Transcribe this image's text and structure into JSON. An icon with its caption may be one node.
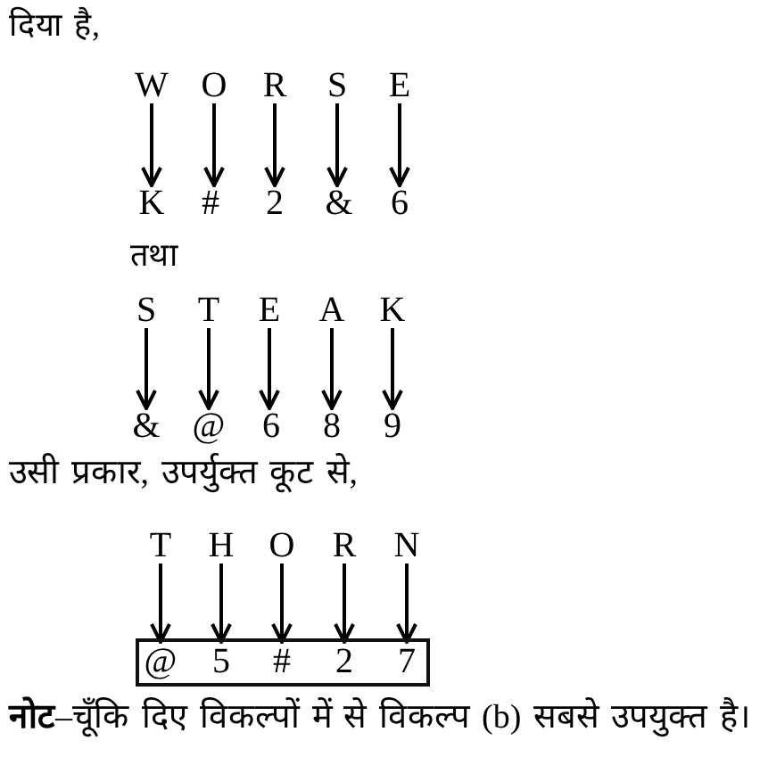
{
  "diagram": {
    "nodes": [
      {
        "text": [
          "W"
        ]
      },
      {
        "text": [
          "O"
        ]
      },
      {
        "text": [
          "R"
        ]
      },
      {
        "text": [
          "S"
        ]
      },
      {
        "text": [
          "E"
        ]
      },
      {
        "text": [
          "K"
        ]
      },
      {
        "text": [
          "#"
        ]
      },
      {
        "text": [
          "2"
        ]
      },
      {
        "text": [
          "&"
        ]
      },
      {
        "text": [
          "6"
        ]
      },
      {
        "text": [
          "S"
        ]
      },
      {
        "text": [
          "T"
        ]
      },
      {
        "text": [
          "E"
        ]
      },
      {
        "text": [
          "A"
        ]
      },
      {
        "text": [
          "K"
        ]
      },
      {
        "text": [
          "&"
        ]
      },
      {
        "text": [
          "@"
        ]
      },
      {
        "text": [
          "6"
        ]
      },
      {
        "text": [
          "8"
        ]
      },
      {
        "text": [
          "9"
        ]
      },
      {
        "text": [
          "T"
        ]
      },
      {
        "text": [
          "H"
        ]
      },
      {
        "text": [
          "O"
        ]
      },
      {
        "text": [
          "R"
        ]
      },
      {
        "text": [
          "N"
        ]
      },
      {
        "text": [],
        "shape": "box"
      },
      {
        "text": [
          "@"
        ],
        "in": 25
      },
      {
        "text": [
          "5"
        ],
        "in": 25
      },
      {
        "text": [
          "#"
        ],
        "in": 25
      },
      {
        "text": [
          "2"
        ],
        "in": 25
      },
      {
        "text": [
          "7"
        ],
        "in": 25
      }
    ],
    "edges": [
      {
        "from": 0,
        "to": 5,
        "arrow": "to"
      },
      {
        "from": 1,
        "to": 6,
        "arrow": "to"
      },
      {
        "from": 2,
        "to": 7,
        "arrow": "to"
      },
      {
        "from": 3,
        "to": 8,
        "arrow": "to"
      },
      {
        "from": 4,
        "to": 9,
        "arrow": "to"
      },
      {
        "from": 10,
        "to": 15,
        "arrow": "to"
      },
      {
        "from": 11,
        "to": 16,
        "arrow": "to"
      },
      {
        "from": 12,
        "to": 17,
        "arrow": "to"
      },
      {
        "from": 13,
        "to": 18,
        "arrow": "to"
      },
      {
        "from": 14,
        "to": 19,
        "arrow": "to"
      },
      {
        "from": 20,
        "to": 26,
        "arrow": "to"
      },
      {
        "from": 21,
        "to": 27,
        "arrow": "to"
      },
      {
        "from": 22,
        "to": 28,
        "arrow": "to"
      },
      {
        "from": 23,
        "to": 29,
        "arrow": "to"
      },
      {
        "from": 24,
        "to": 30,
        "arrow": "to"
      }
    ],
    "labels": [
      "दिया है,",
      "तथा",
      "उसी प्रकार, उपर्युक्त कूट से,",
      "**नोट**–चूँकि दिए विकल्पों में से विकल्प (b) सबसे उपयुक्त है।"
    ]
  }
}
